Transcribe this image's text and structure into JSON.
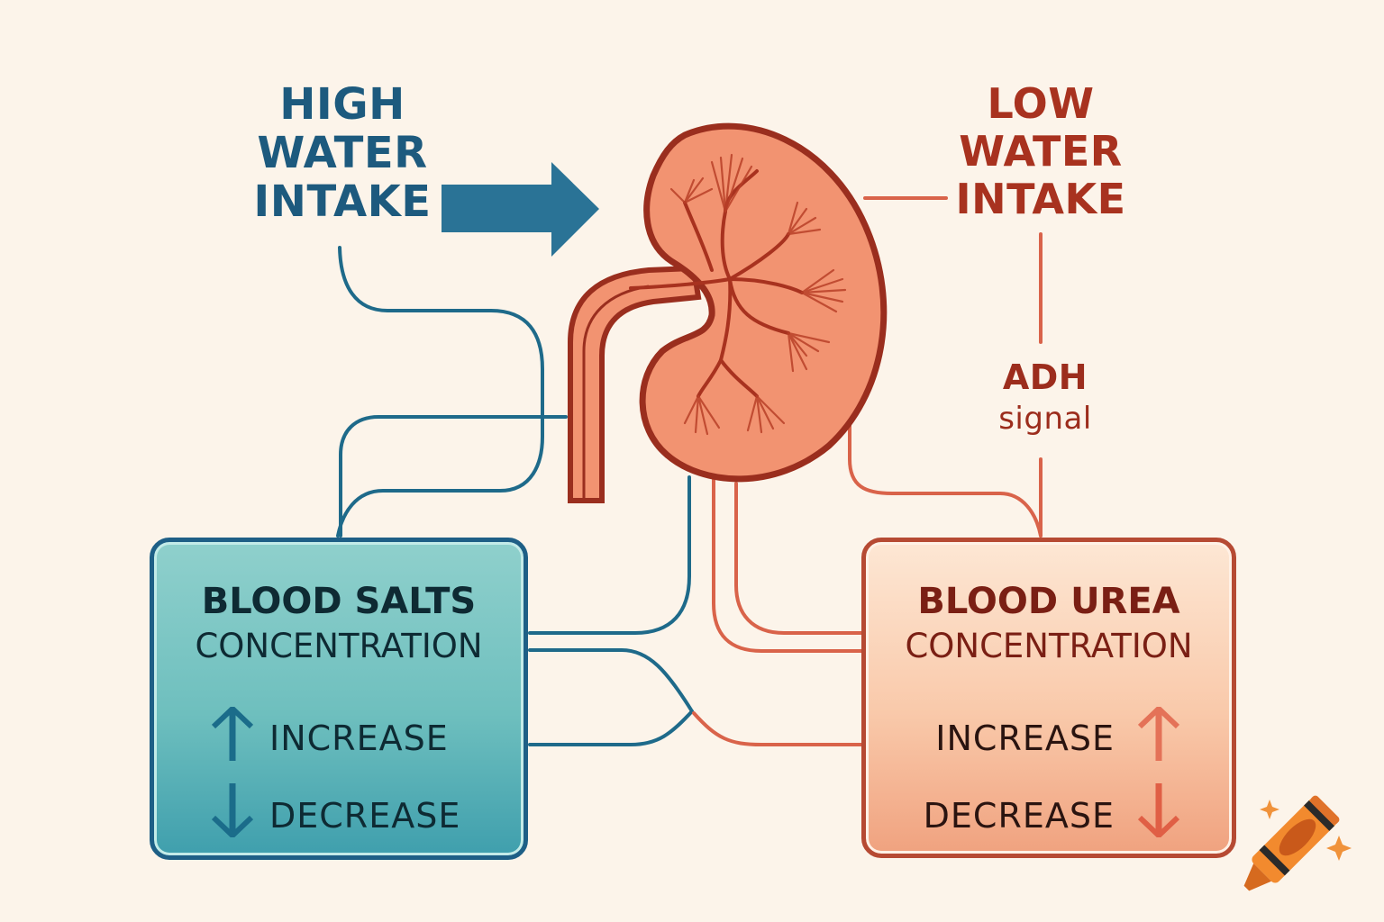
{
  "diagram": {
    "high_intake": {
      "lines": [
        "HIGH",
        "WATER",
        "INTAKE"
      ]
    },
    "low_intake": {
      "lines": [
        "LOW",
        "WATER",
        "INTAKE"
      ]
    },
    "adh": {
      "title": "ADH",
      "subtitle": "signal"
    },
    "salts_box": {
      "title_line1": "BLOOD SALTS",
      "title_line2": "CONCENTRATION",
      "increase": "INCREASE",
      "decrease": "DECREASE"
    },
    "urea_box": {
      "title_line1": "BLOOD UREA",
      "title_line2": "CONCENTRATION",
      "increase": "INCREASE",
      "decrease": "DECREASE"
    },
    "icons": [
      "kidney-icon",
      "right-arrow-icon",
      "up-arrow-icon",
      "down-arrow-icon",
      "crayon-icon"
    ]
  },
  "colors": {
    "background": "#fcf4ea",
    "blue_primary": "#1d5a7e",
    "blue_line": "#1e6a8a",
    "red_primary": "#a8321f",
    "orange_line": "#d9634a",
    "kidney_fill": "#f29371",
    "kidney_outline": "#9a2e1e"
  }
}
